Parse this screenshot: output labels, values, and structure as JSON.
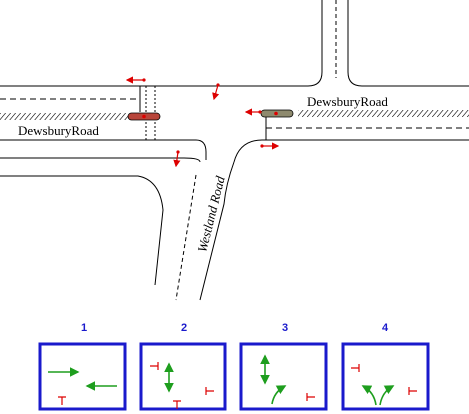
{
  "roads": {
    "main_left_label": "DewsburyRoad",
    "main_right_label": "DewsburyRoad",
    "side_label": "Westland Road"
  },
  "stages": [
    {
      "number": "1",
      "movements": [
        "eastbound-through",
        "westbound-through",
        "no-entry-stop"
      ]
    },
    {
      "number": "2",
      "movements": [
        "pedestrian-crossing",
        "stop-left",
        "stop-right",
        "stop-bottom"
      ]
    },
    {
      "number": "3",
      "movements": [
        "pedestrian-crossing",
        "right-turn-up",
        "stop-right"
      ]
    },
    {
      "number": "4",
      "movements": [
        "left-turn-up",
        "right-turn-up",
        "stop-left",
        "stop-right"
      ]
    }
  ],
  "colors": {
    "road_line": "#000000",
    "stage_box": "#1a1acc",
    "stage_arrow": "#1e9e1e",
    "signal_arrow": "#dd0000",
    "stop_mark": "#dd0000",
    "signal_head": "#b8453a",
    "signal_head_right": "#8e8a6e"
  }
}
